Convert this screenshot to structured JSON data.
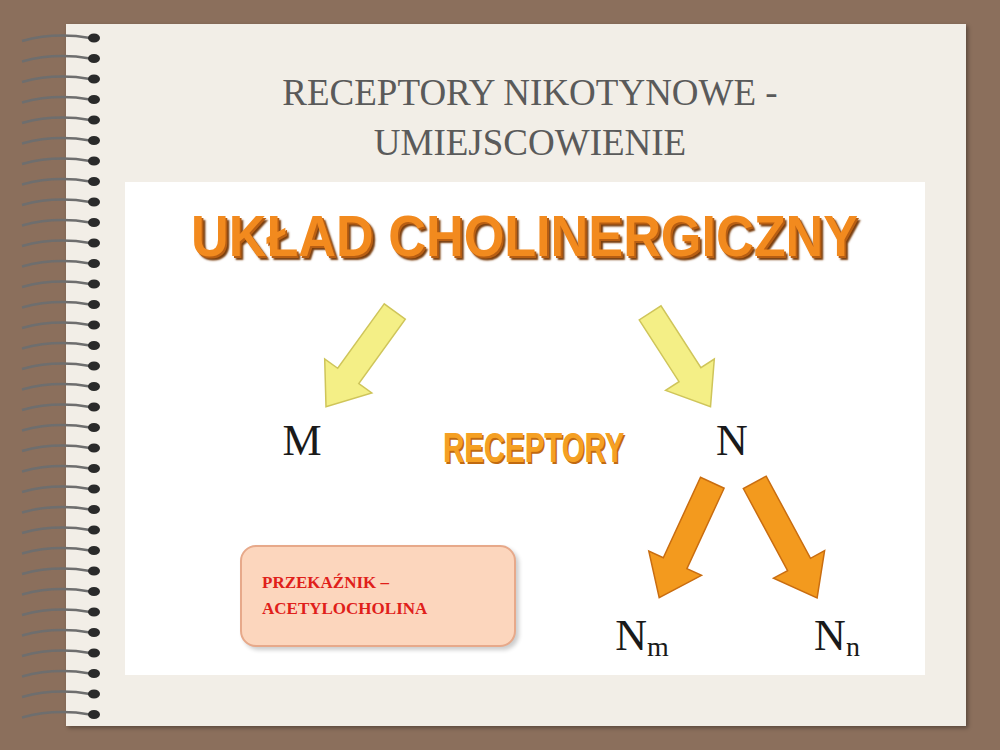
{
  "diagram": {
    "title": "RECEPTORY NIKOTYNOWE - UMIEJSCOWIENIE",
    "nodes": [
      {
        "text": [
          "UKŁAD CHOLINERGICZNY"
        ]
      },
      {
        "text": [
          "M"
        ]
      },
      {
        "text": [
          "N"
        ]
      },
      {
        "text": [
          "PRZEKAŹNIK – ACETYLOCHOLINA"
        ]
      },
      {
        "text": [
          "N",
          "m"
        ]
      },
      {
        "text": [
          "N",
          "n"
        ]
      }
    ],
    "edges": [
      {
        "from": 0,
        "to": 1,
        "arrow": "to"
      },
      {
        "from": 0,
        "to": 2,
        "arrow": "to"
      },
      {
        "from": 2,
        "to": 4,
        "arrow": "to"
      },
      {
        "from": 2,
        "to": 5,
        "arrow": "to"
      }
    ],
    "labels": [
      "RECEPTORY"
    ]
  }
}
